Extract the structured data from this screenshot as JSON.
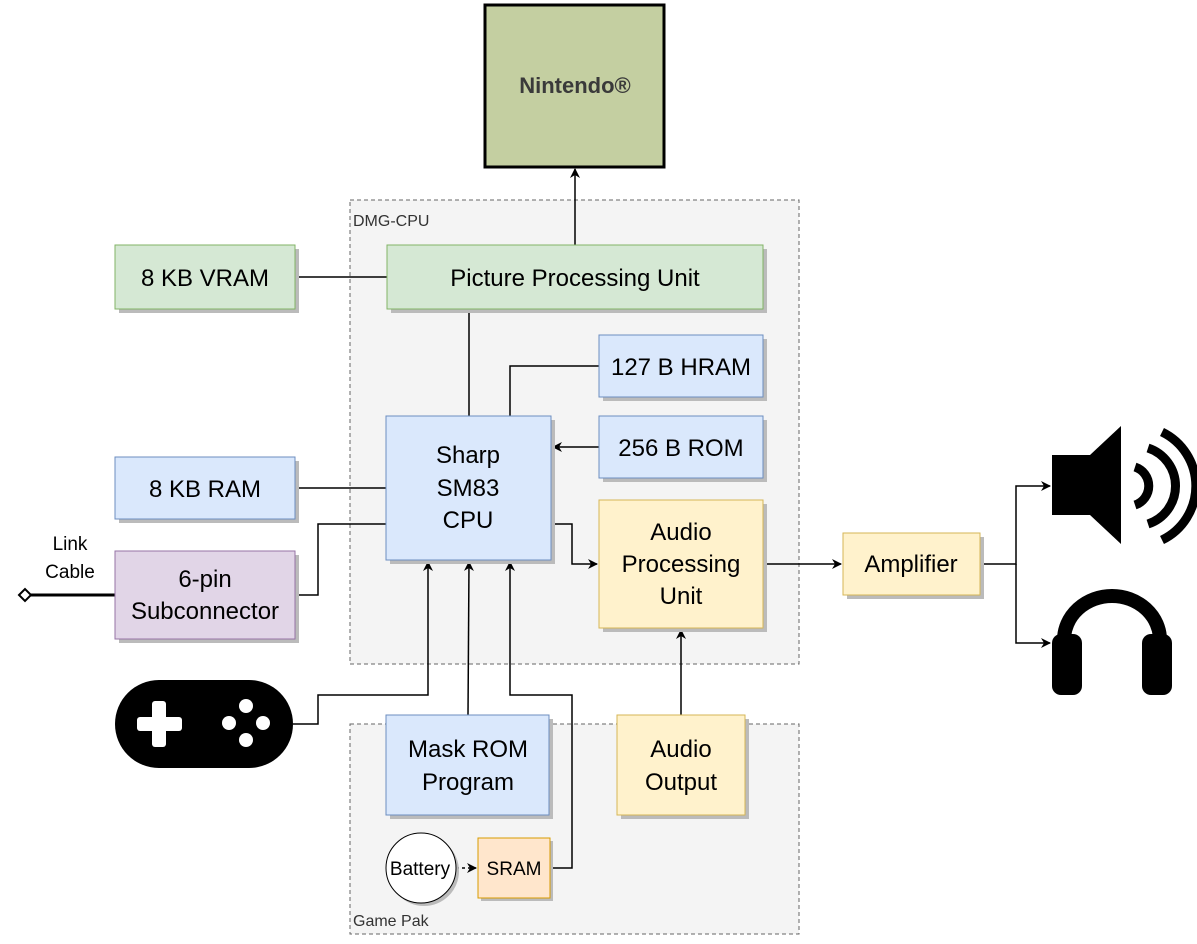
{
  "screen": {
    "logo_text": "Nintendo®",
    "color": "#c4cfa1"
  },
  "containers": {
    "dmg_cpu": "DMG-CPU",
    "game_pak": "Game Pak"
  },
  "blocks": {
    "ppu": "Picture Processing Unit",
    "vram": "8 KB VRAM",
    "hram": "127 B HRAM",
    "rom256": "256 B ROM",
    "cpu": [
      "Sharp",
      "SM83",
      "CPU"
    ],
    "ram": "8 KB RAM",
    "subconnector": [
      "6-pin",
      "Subconnector"
    ],
    "apu": [
      "Audio",
      "Processing",
      "Unit"
    ],
    "amplifier": "Amplifier",
    "mask_rom": [
      "Mask ROM",
      "Program"
    ],
    "audio_output": [
      "Audio",
      "Output"
    ],
    "battery": "Battery",
    "sram": "SRAM"
  },
  "link_cable": [
    "Link",
    "Cable"
  ],
  "icons": [
    "gamepad-icon",
    "speaker-icon",
    "headphones-icon"
  ],
  "colors": {
    "green": "#d5e8d4",
    "green_stroke": "#82b366",
    "blue": "#dae8fc",
    "blue_stroke": "#6c8ebf",
    "purple": "#e1d5e7",
    "purple_stroke": "#9673a6",
    "yellow": "#fff2cc",
    "yellow_stroke": "#d6b656",
    "orange": "#ffe6cc",
    "orange_stroke": "#d79b00"
  }
}
